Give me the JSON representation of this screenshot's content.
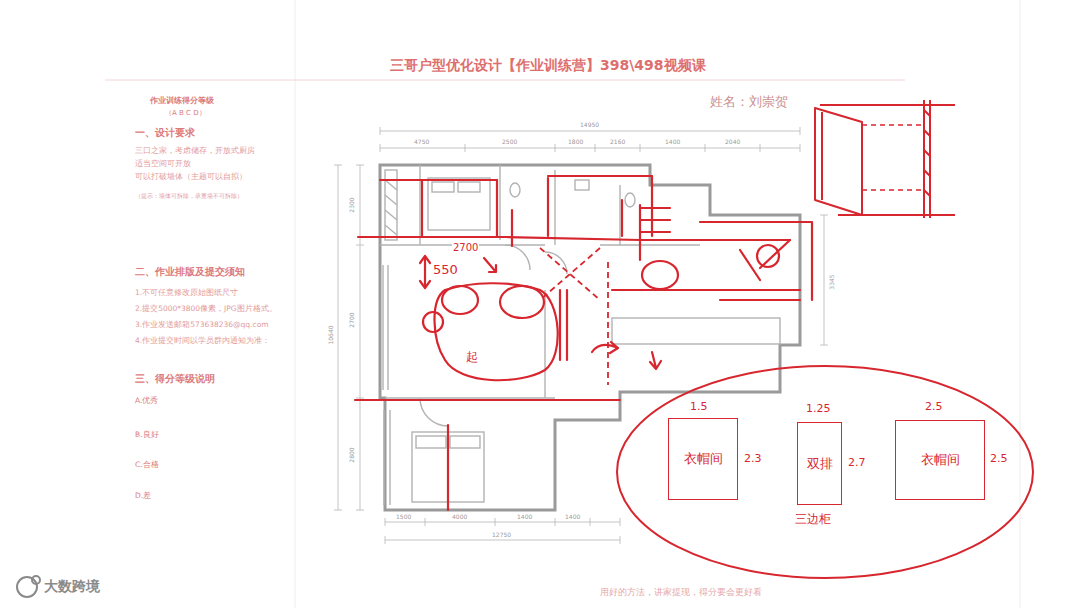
{
  "diagram": {
    "title": "三哥户型优化设计【作业训练营】398\\498视频课",
    "nodes": [
      {
        "text": [
          "三边柜"
        ]
      },
      {
        "text": [
          "衣帽间"
        ],
        "in": 0
      },
      {
        "text": [
          "双排"
        ],
        "in": 0
      },
      {
        "text": [
          "衣帽间"
        ],
        "in": 0
      }
    ],
    "labels": [
      "姓名：刘崇贺",
      "作业训练得分等级",
      "（A B C D）",
      "一、设计要求",
      "三口之家，考虑储存，开放式厨房",
      "适当空间可开放",
      "可以打破墙体（主题可以自拟）",
      "（提示：墙体可拆除，承重墙不可拆除）",
      "二、作业排版及提交须知",
      "1.不可任意修改原始图纸尺寸",
      "2.提交5000*3800像素，JPG图片格式。",
      "3.作业发送邮箱573638236@qq.com",
      "4.作业提交时间以学员群内通知为准：",
      "三、得分等级说明",
      "A.优秀",
      "B.良好",
      "C.合格",
      "D.差",
      "14950",
      "4750",
      "2500",
      "1800",
      "2160",
      "1400",
      "2040",
      "10640",
      "2300",
      "2700",
      "2800",
      "3345",
      "1500",
      "4000",
      "1400",
      "1400",
      "12750",
      "2700",
      "550",
      "起",
      "1.5",
      "2.3",
      "1.25",
      "2.7",
      "2.5",
      "2.5",
      "用好的方法，讲家提现，得分要会更好看",
      "大数跨境"
    ]
  }
}
